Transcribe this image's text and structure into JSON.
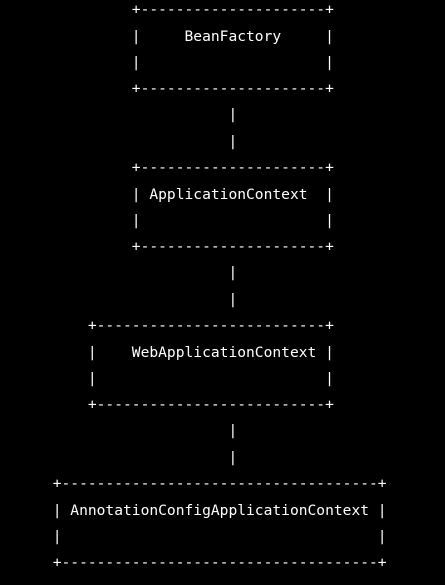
{
  "diagram": {
    "lines": [
      "               +---------------------+",
      "               |     BeanFactory     |",
      "               |                     |",
      "               +---------------------+",
      "                          |",
      "                          |",
      "               +---------------------+",
      "               | ApplicationContext  |",
      "               |                     |",
      "               +---------------------+",
      "                          |",
      "                          |",
      "          +--------------------------+",
      "          |    WebApplicationContext |",
      "          |                          |",
      "          +--------------------------+",
      "                          |",
      "                          |",
      "      +------------------------------------+",
      "      | AnnotationConfigApplicationContext |",
      "      |                                    |",
      "      +------------------------------------+"
    ]
  }
}
